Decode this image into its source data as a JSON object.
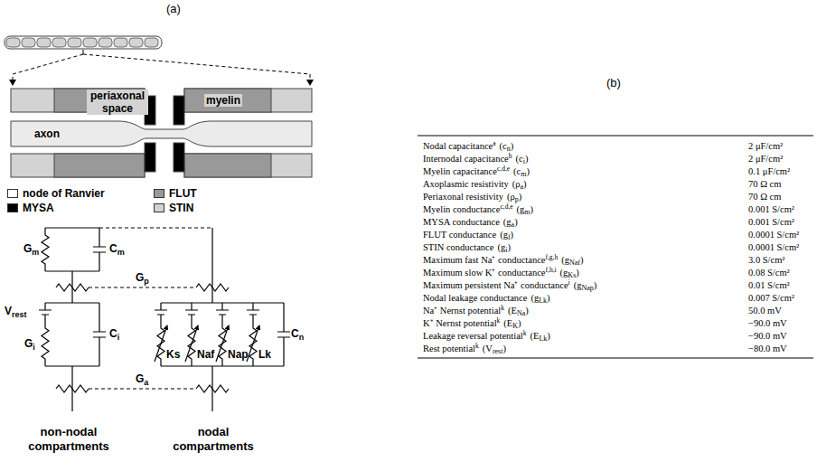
{
  "diagram": {
    "labels": [
      "(a)",
      "(b)",
      "axon",
      "periaxonal space",
      "myelin",
      "Gm",
      "Cm",
      "Gp",
      "Vrest",
      "Gi",
      "Ci",
      "Ks",
      "Naf",
      "Nap",
      "Lk",
      "Cn",
      "Ga",
      "non-nodal compartments",
      "nodal compartments",
      "Nodal capacitance",
      "a",
      "(cn)",
      "2 μF/cm²",
      "Internodal capacitance",
      "b",
      "(ci)",
      "2 μF/cm²",
      "Myelin capacitance",
      "c,d,e",
      "(cm)",
      "0.1 μF/cm²",
      "Axoplasmic resistivity",
      "(ρa)",
      "70 Ω cm",
      "Periaxonal resistivity",
      "(ρp)",
      "70 Ω cm",
      "Myelin conductance",
      "c,d,e",
      "(gm)",
      "0.001 S/cm²",
      "MYSA conductance",
      "(ga)",
      "0.001 S/cm²",
      "FLUT conductance",
      "(gf)",
      "0.0001 S/cm²",
      "STIN conductance",
      "(gi)",
      "0.0001 S/cm²",
      "Maximum fast Na⁺ conductance",
      "f,g,h",
      "(gNaf)",
      "3.0 S/cm²",
      "Maximum slow K⁺ conductance",
      "f,h,i",
      "(gKs)",
      "0.08 S/cm²",
      "Maximum persistent Na⁺ conductance",
      "i",
      "(gNap)",
      "0.01 S/cm²",
      "Nodal leakage conductance",
      "(gLk)",
      "0.007 S/cm²",
      "Na⁺ Nernst potential",
      "k",
      "(ENa)",
      "50.0 mV",
      "K⁺ Nernst potential",
      "k",
      "(EK)",
      "−90.0 mV",
      "Leakage reversal potential",
      "k",
      "(ELk)",
      "−90.0 mV",
      "Rest potential",
      "k",
      "(Vrest)",
      "−80.0 mV"
    ],
    "legend": [
      {
        "text": "node of Ranvier",
        "color": "#ffffff"
      },
      {
        "text": "FLUT",
        "color": "#999999"
      },
      {
        "text": "MYSA",
        "color": "#000000"
      },
      {
        "text": "STIN",
        "color": "#d3d3d3"
      }
    ]
  }
}
